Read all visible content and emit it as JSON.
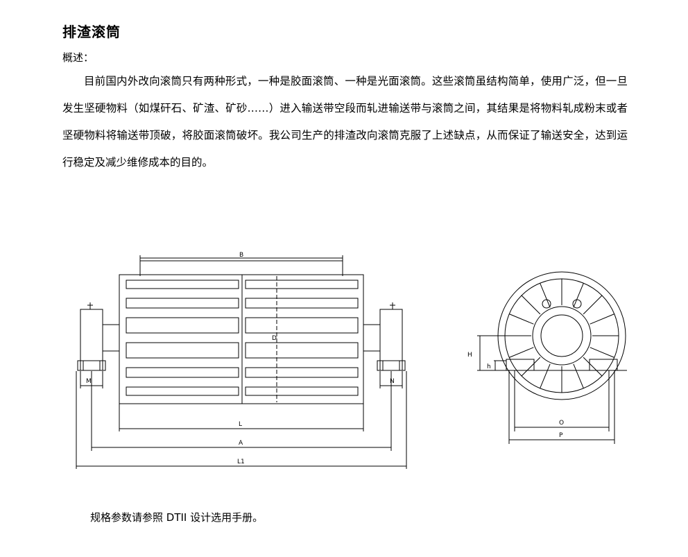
{
  "title": "排渣滚筒",
  "overview_label": "概述：",
  "paragraph": "目前国内外改向滚筒只有两种形式，一种是胶面滚筒、一种是光面滚筒。这些滚筒虽结构简单，使用广泛，但一旦发生坚硬物料（如煤矸石、矿渣、矿砂……）进入输送带空段而轧进输送带与滚筒之间，其结果是将物料轧成粉末或者坚硬物料将输送带顶破，将胶面滚筒破坏。我公司生产的排渣改向滚筒克服了上述缺点，从而保证了输送安全，达到运行稳定及减少维修成本的目的。",
  "drawing_labels": {
    "B": "B",
    "D": "D",
    "M": "M",
    "N": "N",
    "L": "L",
    "A": "A",
    "L1": "L1",
    "H": "H",
    "h": "h",
    "O": "O",
    "P": "P"
  },
  "footer": "规格参数请参照 DTII 设计选用手册。"
}
